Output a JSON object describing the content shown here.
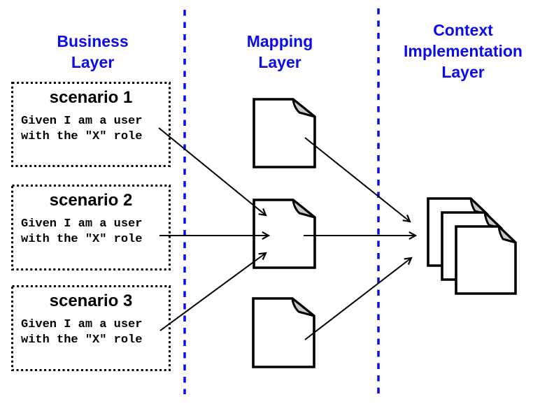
{
  "layers": {
    "business": {
      "title": "Business\nLayer"
    },
    "mapping": {
      "title": "Mapping\nLayer"
    },
    "context": {
      "title": "Context\nImplementation\nLayer"
    }
  },
  "scenarios": [
    {
      "title": "scenario 1",
      "body": "Given I am a user\nwith the \"X\" role"
    },
    {
      "title": "scenario 2",
      "body": "Given I am a user\nwith the \"X\" role"
    },
    {
      "title": "scenario 3",
      "body": "Given I am a user\nwith the \"X\" role"
    }
  ],
  "icons": {
    "mapping_documents": [
      "document-icon",
      "document-icon",
      "document-icon"
    ],
    "context_stack": "document-stack-icon"
  },
  "connections": [
    "scenario-1 -> mapping-document-middle",
    "scenario-2 -> mapping-document-middle",
    "scenario-3 -> mapping-document-middle",
    "mapping-document-top -> context-document-stack",
    "mapping-document-middle -> context-document-stack",
    "mapping-document-bottom -> context-document-stack"
  ],
  "colors": {
    "accent_blue": "#0b0bee",
    "fold_gray": "#c9c9c9",
    "line_black": "#000000",
    "background": "#ffffff"
  }
}
